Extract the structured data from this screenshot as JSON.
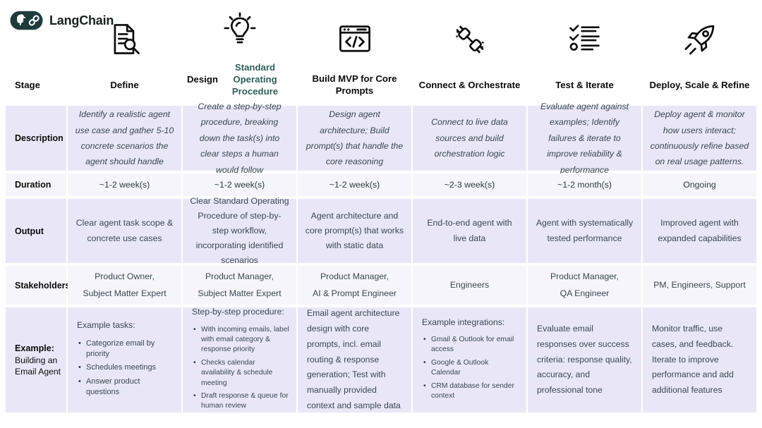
{
  "brand": {
    "name": "LangChain"
  },
  "colors": {
    "brand_teal": "#1d3b3a",
    "accent_teal": "#2f5f5a",
    "row_lavender": "#e9e7f7",
    "row_light": "#f6f5fb",
    "text_dark": "#0c0c0c",
    "text_body": "#3b4750"
  },
  "row_labels": {
    "stage": "Stage",
    "description": "Description",
    "duration": "Duration",
    "output": "Output",
    "stakeholders": "Stakeholders",
    "example_bold": "Example:",
    "example_rest": "Building an Email Agent"
  },
  "columns": [
    {
      "icon": "document-search-icon",
      "title": "Define",
      "description": "Identify a realistic agent use case and gather 5-10 concrete scenarios the agent should handle",
      "duration": "~1-2 week(s)",
      "output": "Clear agent task scope & concrete use cases",
      "stakeholders": [
        "Product Owner,",
        "Subject Matter Expert"
      ]
    },
    {
      "icon": "lightbulb-icon",
      "title": "Design ",
      "title_accent": "Standard Operating Procedure",
      "description": "Create a step-by-step procedure, breaking down the task(s) into clear steps a human would follow",
      "duration": "~1-2 week(s)",
      "output": "Clear Standard Operating Procedure of step-by-step workflow, incorporating identified scenarios",
      "stakeholders": [
        "Product Manager,",
        "Subject Matter Expert"
      ]
    },
    {
      "icon": "browser-code-icon",
      "title": "Build MVP for Core Prompts",
      "description": "Design agent architecture; Build prompt(s) that handle the core reasoning",
      "duration": "~1-2 week(s)",
      "output": "Agent architecture and core prompt(s) that works with static data",
      "stakeholders": [
        "Product Manager,",
        "AI & Prompt Engineer"
      ]
    },
    {
      "icon": "plug-icon",
      "title": "Connect & Orchestrate",
      "description": "Connect to live data sources and build orchestration logic",
      "duration": "~2-3 week(s)",
      "output": "End-to-end agent with live data",
      "stakeholders": [
        "Engineers"
      ]
    },
    {
      "icon": "checklist-icon",
      "title": "Test & Iterate",
      "description": "Evaluate agent against examples; Identify failures & iterate to improve reliability & performance",
      "duration": "~1-2 month(s)",
      "output": "Agent with systematically tested performance",
      "stakeholders": [
        "Product Manager,",
        "QA Engineer"
      ]
    },
    {
      "icon": "rocket-icon",
      "title": "Deploy, Scale & Refine",
      "description": "Deploy agent & monitor how users interact; continuously refine based on real usage patterns.",
      "duration": "Ongoing",
      "output": "Improved agent with expanded capabilities",
      "stakeholders": [
        "PM, Engineers, Support"
      ]
    }
  ],
  "example": {
    "cells": [
      {
        "intro": "Example tasks:",
        "bullets": [
          "Categorize email by priority",
          "Schedules meetings",
          "Answer product questions"
        ]
      },
      {
        "intro": "Step-by-step procedure:",
        "bullets": [
          "With incoming emails, label with email category & response priority",
          "Checks calendar availability & schedule meeting",
          "Draft response & queue for human review"
        ]
      },
      {
        "text": "Email agent architecture design with core prompts, incl. email routing & response generation; Test with manually provided context and sample data"
      },
      {
        "intro": "Example integrations:",
        "bullets": [
          "Gmail & Outlook for email access",
          "Google & Outlook Calendar",
          "CRM database for sender context"
        ]
      },
      {
        "text": "Evaluate email responses over success criteria: response quality, accuracy, and professional tone"
      },
      {
        "text": "Monitor traffic, use cases, and feedback. Iterate to improve performance and add additional features"
      }
    ]
  }
}
